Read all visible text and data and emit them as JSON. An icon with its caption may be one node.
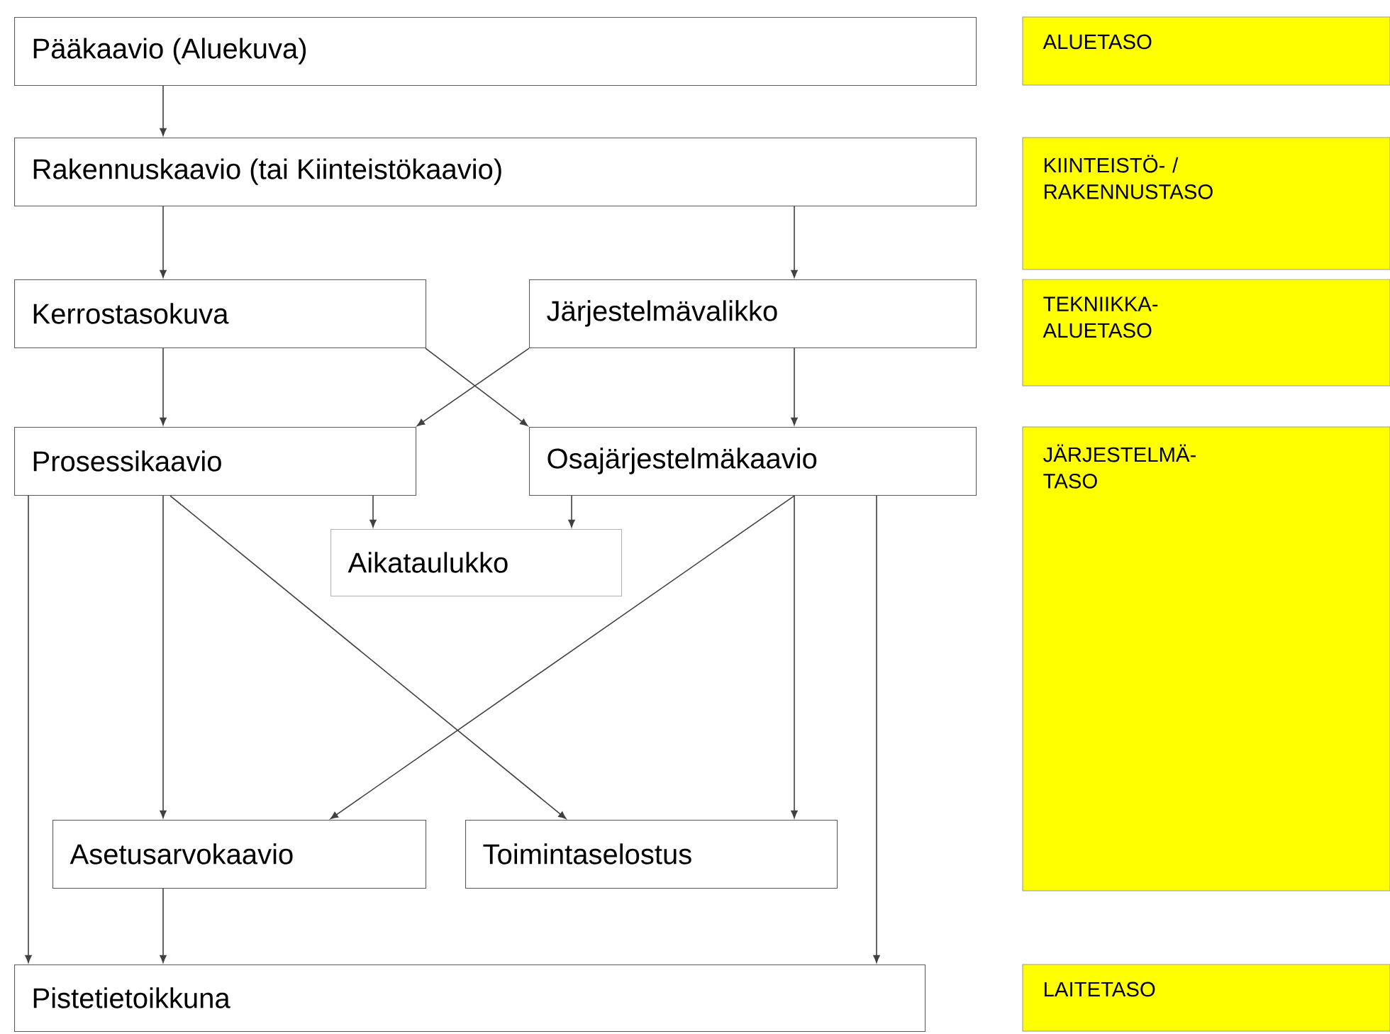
{
  "diagram": {
    "nodes": [
      {
        "text": [
          "Pääkaavio (Aluekuva)"
        ]
      },
      {
        "text": [
          "Rakennuskaavio (tai Kiinteistökaavio)"
        ]
      },
      {
        "text": [
          "Kerrostasokuva"
        ]
      },
      {
        "text": [
          "Järjestelmävalikko"
        ]
      },
      {
        "text": [
          "Prosessikaavio"
        ]
      },
      {
        "text": [
          "Osajärjestelmäkaavio"
        ]
      },
      {
        "text": [
          "Aikataulukko"
        ]
      },
      {
        "text": [
          "Asetusarvokaavio"
        ]
      },
      {
        "text": [
          "Toimintaselostus"
        ]
      },
      {
        "text": [
          "Pistetietoikkuna"
        ]
      },
      {
        "text": [
          "ALUETASO"
        ]
      },
      {
        "text": [
          "KIINTEISTÖ- / RAKENNUSTASO"
        ]
      },
      {
        "text": [
          "TEKNIIKKA- ALUETASO"
        ]
      },
      {
        "text": [
          "JÄRJESTELMÄ- TASO"
        ]
      },
      {
        "text": [
          "LAITETASO"
        ]
      }
    ],
    "edges": [
      {
        "from": 0,
        "to": 1,
        "arrow": "to"
      },
      {
        "from": 1,
        "to": 2,
        "arrow": "to"
      },
      {
        "from": 1,
        "to": 3,
        "arrow": "to"
      },
      {
        "from": 2,
        "to": 4,
        "arrow": "to"
      },
      {
        "from": 2,
        "to": 5,
        "arrow": "to"
      },
      {
        "from": 3,
        "to": 4,
        "arrow": "to"
      },
      {
        "from": 3,
        "to": 5,
        "arrow": "to"
      },
      {
        "from": 4,
        "to": 6,
        "arrow": "to"
      },
      {
        "from": 5,
        "to": 6,
        "arrow": "to"
      },
      {
        "from": 4,
        "to": 9,
        "arrow": "to"
      },
      {
        "from": 4,
        "to": 7,
        "arrow": "to"
      },
      {
        "from": 4,
        "to": 8,
        "arrow": "to"
      },
      {
        "from": 5,
        "to": 7,
        "arrow": "to"
      },
      {
        "from": 5,
        "to": 8,
        "arrow": "to"
      },
      {
        "from": 5,
        "to": 9,
        "arrow": "to"
      },
      {
        "from": 7,
        "to": 9,
        "arrow": "to"
      }
    ]
  }
}
